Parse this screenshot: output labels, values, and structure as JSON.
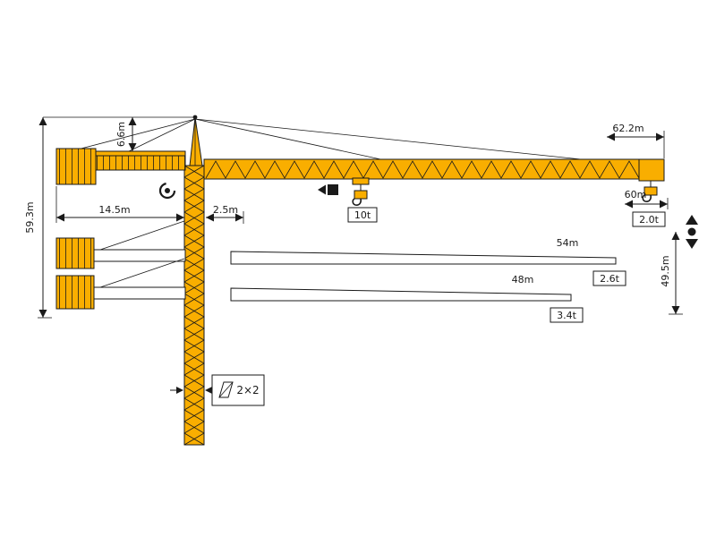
{
  "diagram": {
    "type": "tower-crane-dimension-and-load-diagram",
    "dimensions": {
      "total_height": "59.3m",
      "tower_head_height": "6.6m",
      "counter_jib_length": "14.5m",
      "rear_offset": "2.5m",
      "max_jib_length": "62.2m",
      "radius_at_tip": "60m",
      "hook_height": "49.5m"
    },
    "loads": {
      "max_load": "10t",
      "tip_load_62m": "2.0t",
      "tip_load_54m": "2.6t",
      "tip_load_48m": "3.4t"
    },
    "jib_options": {
      "option_54": "54m",
      "option_48": "48m"
    },
    "mast_section": "2×2",
    "colors": {
      "crane_yellow": "#F9AE00",
      "line": "#1a1a1a",
      "background": "#ffffff"
    },
    "icons": {
      "slewing": "circle-arc-with-center-dot",
      "trolley_travel": "left-triangle-with-black-square",
      "hoist": "up-down-triangles-with-dot",
      "hook": "crane-hook",
      "mast_section": "skewed-square-with-diagonal"
    }
  }
}
